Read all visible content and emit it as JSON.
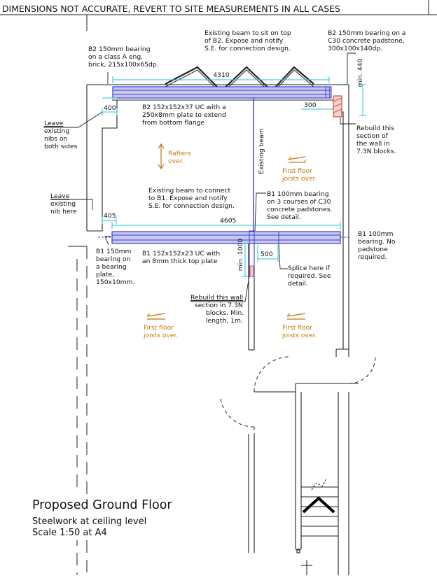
{
  "header": {
    "warning": "DIMENSIONS NOT ACCURATE, REVERT TO SITE MEASUREMENTS IN ALL CASES"
  },
  "title_block": {
    "title": "Proposed Ground Floor",
    "subtitle": "Steelwork at ceiling level",
    "scale": "Scale 1:50 at A4"
  },
  "notes": {
    "b2_left_bearing": [
      "B2 150mm bearing",
      "on a class A eng.",
      "brick, 215x100x65dp."
    ],
    "existing_beam_b2": [
      "Existing beam to sit on top",
      "of B2. Expose and notify",
      "S.E. for connection design."
    ],
    "b2_right_bearing": [
      "B2 150mm bearing on a",
      "C30 concrete padstone,",
      "300x100x140dp."
    ],
    "b2_spec": [
      "B2 152x152x37 UC with a",
      "250x8mm plate to extend",
      "from bottom flange"
    ],
    "leave_nibs": [
      "Leave",
      "existing",
      "nibs on",
      "both sides"
    ],
    "rebuild_right": [
      "Rebuild this",
      "section of",
      "the wall in",
      "7.3N blocks."
    ],
    "rafters": [
      "Rafters",
      "over."
    ],
    "existing_beam_vertical": "Existing beam",
    "ff_joists_upper_right": [
      "First floor",
      "joists over."
    ],
    "leave_nib": [
      "Leave",
      "existing",
      "nib here"
    ],
    "existing_beam_b1": [
      "Existing beam to connect",
      "to B1. Expose and notify",
      "S.E. for connection design."
    ],
    "b1_padstones": [
      "B1 100mm bearing",
      "on 3 courses of C30",
      "concrete padstones.",
      "See detail."
    ],
    "b1_right_bearing": [
      "B1 100mm",
      "bearing. No",
      "padstone",
      "required."
    ],
    "b1_left_bearing": [
      "B1 150mm",
      "bearing on",
      "a bearing",
      "plate,",
      "150x10mm."
    ],
    "b1_spec": [
      "B1 152x152x23 UC with",
      "an 8mm thick top plate"
    ],
    "splice": [
      "Splice here if",
      "required. See",
      "detail."
    ],
    "rebuild_wall": [
      "Rebuild this wall",
      "section in 7.3N",
      "blocks. Min.",
      "length, 1m."
    ],
    "ff_joists_lower_left": [
      "First floor",
      "joists over."
    ],
    "ff_joists_lower_right": [
      "First floor",
      "joists over."
    ]
  },
  "dimensions": {
    "b2_span": "4310",
    "min_440": "min. 440",
    "d400": "400",
    "d300": "300",
    "b1_span": "4605",
    "d405": "405",
    "d500": "500",
    "min_1000": "min. 1000"
  },
  "colors": {
    "beam_fill": "#c9c9ef",
    "beam_outline": "#3a3ad6",
    "dimension": "#1fc7d6",
    "annotation_orange": "#c8740a",
    "padstone": "#c0392b",
    "ink": "#111111"
  }
}
